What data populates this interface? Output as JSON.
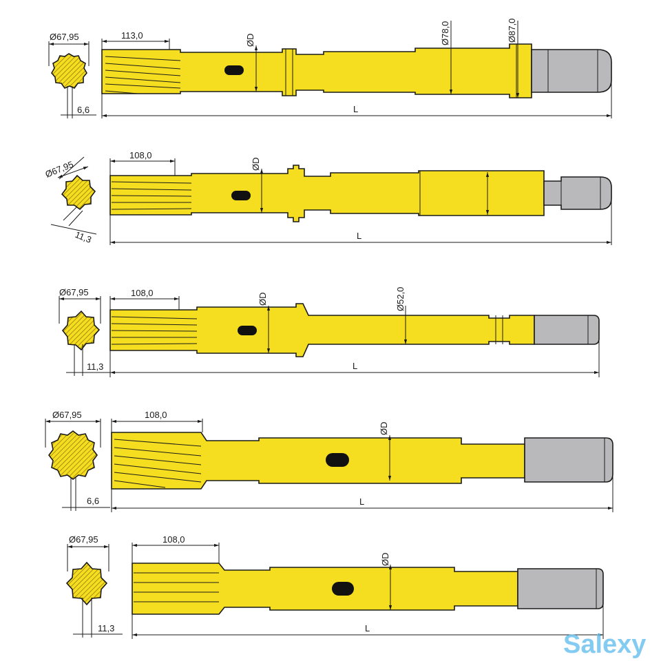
{
  "colors": {
    "steel_yellow": "#f5de1f",
    "thread_grey": "#b9b9bb",
    "outline": "#1a1a1a",
    "brand": "#6fc3ef",
    "slot": "#111111"
  },
  "labels": {
    "s1": {
      "spline_dia": "Ø67,95",
      "spline_len": "113,0",
      "key": "6,6",
      "d": "ØD",
      "d2": "Ø78,0",
      "d3": "Ø87,0",
      "length": "L"
    },
    "s2": {
      "spline_dia": "Ø67,95",
      "spline_len": "108,0",
      "key": "11,3",
      "d": "ØD",
      "length": "L"
    },
    "s3": {
      "spline_dia": "Ø67,95",
      "spline_len": "108,0",
      "key": "11,3",
      "d": "ØD",
      "d2": "Ø52,0",
      "length": "L"
    },
    "s4": {
      "spline_dia": "Ø67,95",
      "spline_len": "108,0",
      "key": "6,6",
      "d": "ØD",
      "length": "L"
    },
    "s5": {
      "spline_dia": "Ø67,95",
      "spline_len": "108,0",
      "key": "11,3",
      "d": "ØD",
      "length": "L"
    }
  },
  "watermark": "Salexy"
}
